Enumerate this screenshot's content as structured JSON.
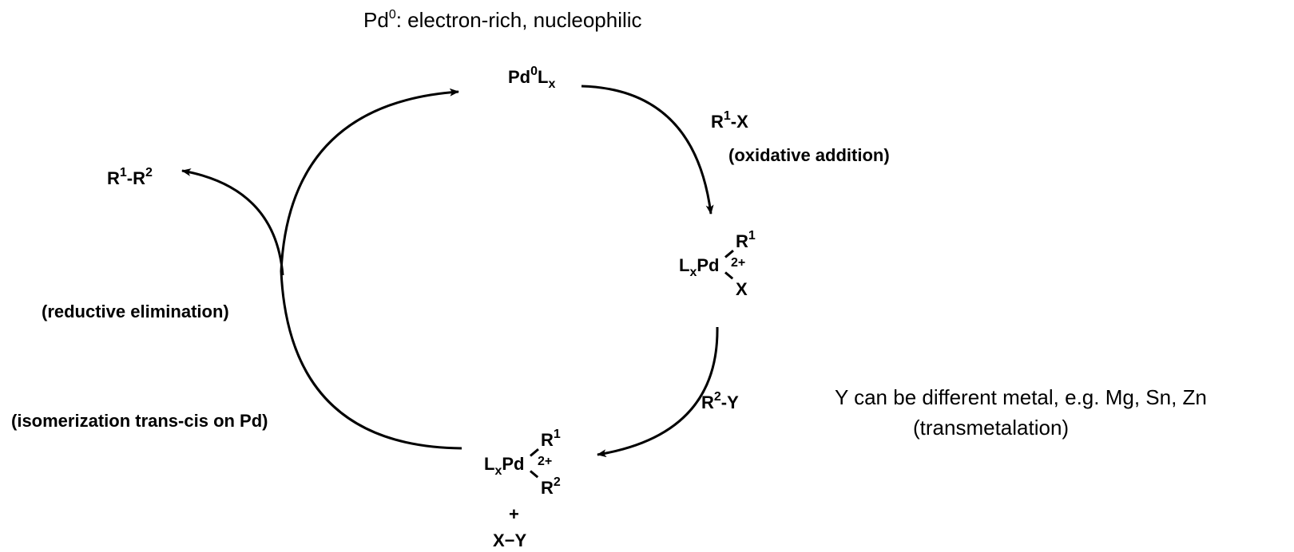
{
  "header_note": {
    "prefix": "Pd",
    "superscript": "0",
    "text": ": electron-rich, nucleophilic"
  },
  "species": {
    "pd0": {
      "metal": "Pd",
      "oxidation": "0",
      "ligand": "L",
      "ligand_sub": "x"
    },
    "reagent_r1x": {
      "r": "R",
      "sup": "1",
      "rest": "-X"
    },
    "oxadd_complex": {
      "ligand": "L",
      "ligand_sub": "x",
      "metal": "Pd",
      "charge": "2+",
      "top_sub": "R",
      "top_sup": "1",
      "bottom_sub": "X"
    },
    "reagent_r2y": {
      "r": "R",
      "sup": "2",
      "rest": "-Y"
    },
    "trans_complex": {
      "ligand": "L",
      "ligand_sub": "x",
      "metal": "Pd",
      "charge": "2+",
      "top_sub": "R",
      "top_sup": "1",
      "bottom_sub": "R",
      "bottom_sup": "2"
    },
    "plus": "+",
    "byproduct": "X−Y",
    "product": {
      "r1": "R",
      "sup1": "1",
      "dash": "-",
      "r2": "R",
      "sup2": "2"
    }
  },
  "steps": {
    "oxidative_addition": "(oxidative addition)",
    "reductive_elimination": "(reductive elimination)",
    "isomerization": "(isomerization trans-cis on Pd)",
    "transmetalation_note": "Y can be different metal, e.g. Mg, Sn, Zn",
    "transmetalation": "(transmetalation)"
  },
  "colors": {
    "ink": "#000000",
    "background": "#ffffff"
  }
}
